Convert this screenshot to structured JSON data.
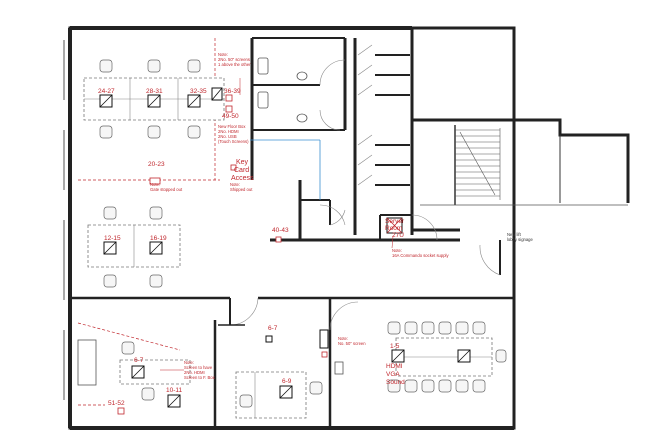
{
  "desk_labels": {
    "d24_27": "24-27",
    "d28_31": "28-31",
    "d32_35": "32-35",
    "d36_39": "36-39",
    "d49_50": "49-50",
    "d20_23": "20-23",
    "d12_15": "12-15",
    "d16_19": "16-19",
    "d40_43": "40-43",
    "d6_7a": "6-7",
    "d6_7b": "6-7",
    "d10_11": "10-11",
    "d6_9": "6-9",
    "d1_5": "1-5",
    "d51_52": "51-52"
  },
  "room_labels": {
    "key_card": [
      "Key",
      "Card",
      "Access"
    ],
    "server_room": [
      "Server",
      "Room",
      "27U"
    ],
    "conf_hdmi": [
      "HDMI",
      "VGA",
      "Sound"
    ]
  },
  "notes": {
    "top_screens": [
      "Note:",
      "2No. 50\" screens",
      "1 above the other"
    ],
    "floor_box": [
      "New Floor Box",
      "2No. HDMI",
      "2No. USB",
      "(Touch Screens)"
    ],
    "gate_stopped": [
      "Note:",
      "Gate stopped out"
    ],
    "shipped_out": [
      "Note:",
      "Shipped out"
    ],
    "server_note": [
      "Note:",
      "16A Commando socket supply"
    ],
    "new_signage": [
      "New lift",
      "lobby signage"
    ],
    "screen_note": [
      "Note:",
      "No. 50\" screen"
    ],
    "bottom_note": [
      "Note:",
      "Screen to have",
      "2No. HDMI",
      "Screen to F. Box"
    ]
  }
}
